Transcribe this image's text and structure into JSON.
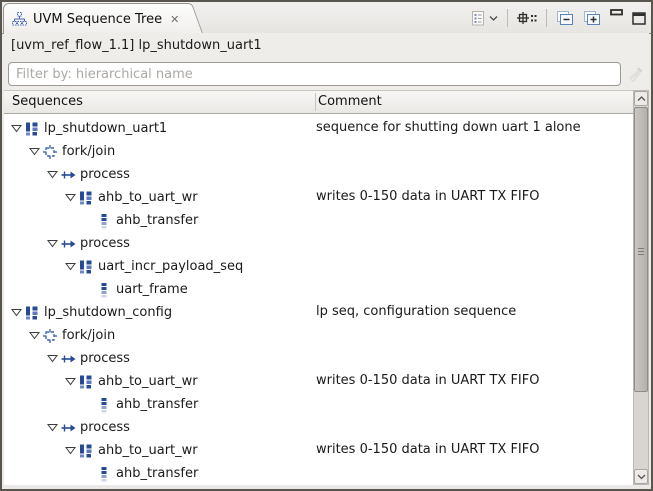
{
  "tab": {
    "title": "UVM Sequence Tree",
    "close_glyph": "✕"
  },
  "toolbar": {
    "icons": [
      "view-menu",
      "focus-target",
      "collapse-all",
      "expand-all",
      "minimize",
      "maximize"
    ]
  },
  "header": {
    "title": "[uvm_ref_flow_1.1] lp_shutdown_uart1"
  },
  "filter": {
    "placeholder": "Filter by: hierarchical name",
    "value": ""
  },
  "table": {
    "columns": {
      "sequences": "Sequences",
      "comment": "Comment"
    }
  },
  "colors": {
    "icon_navy": "#274a94",
    "icon_blue": "#4166b0",
    "icon_light_blue": "#8fa3ce"
  },
  "tree": {
    "rows": [
      {
        "label": "lp_shutdown_uart1",
        "comment": "sequence for shutting down uart 1 alone",
        "level": 0,
        "icon": "sequence",
        "expanded": true
      },
      {
        "label": "fork/join",
        "comment": "",
        "level": 1,
        "icon": "fork-join",
        "expanded": true
      },
      {
        "label": "process",
        "comment": "",
        "level": 2,
        "icon": "process",
        "expanded": true
      },
      {
        "label": "ahb_to_uart_wr",
        "comment": "writes 0-150 data in UART TX FIFO",
        "level": 3,
        "icon": "sequence",
        "expanded": true
      },
      {
        "label": "ahb_transfer",
        "comment": "",
        "level": 4,
        "icon": "transfer",
        "expanded": false
      },
      {
        "label": "process",
        "comment": "",
        "level": 2,
        "icon": "process",
        "expanded": true
      },
      {
        "label": "uart_incr_payload_seq",
        "comment": "",
        "level": 3,
        "icon": "sequence",
        "expanded": true
      },
      {
        "label": "uart_frame",
        "comment": "",
        "level": 4,
        "icon": "transfer",
        "expanded": false
      },
      {
        "label": "lp_shutdown_config",
        "comment": "lp seq, configuration sequence",
        "level": 0,
        "icon": "sequence",
        "expanded": true
      },
      {
        "label": "fork/join",
        "comment": "",
        "level": 1,
        "icon": "fork-join",
        "expanded": true
      },
      {
        "label": "process",
        "comment": "",
        "level": 2,
        "icon": "process",
        "expanded": true
      },
      {
        "label": "ahb_to_uart_wr",
        "comment": "writes 0-150 data in UART TX FIFO",
        "level": 3,
        "icon": "sequence",
        "expanded": true
      },
      {
        "label": "ahb_transfer",
        "comment": "",
        "level": 4,
        "icon": "transfer",
        "expanded": false
      },
      {
        "label": "process",
        "comment": "",
        "level": 2,
        "icon": "process",
        "expanded": true
      },
      {
        "label": "ahb_to_uart_wr",
        "comment": "writes 0-150 data in UART TX FIFO",
        "level": 3,
        "icon": "sequence",
        "expanded": true
      },
      {
        "label": "ahb_transfer",
        "comment": "",
        "level": 4,
        "icon": "transfer",
        "expanded": false
      }
    ]
  }
}
